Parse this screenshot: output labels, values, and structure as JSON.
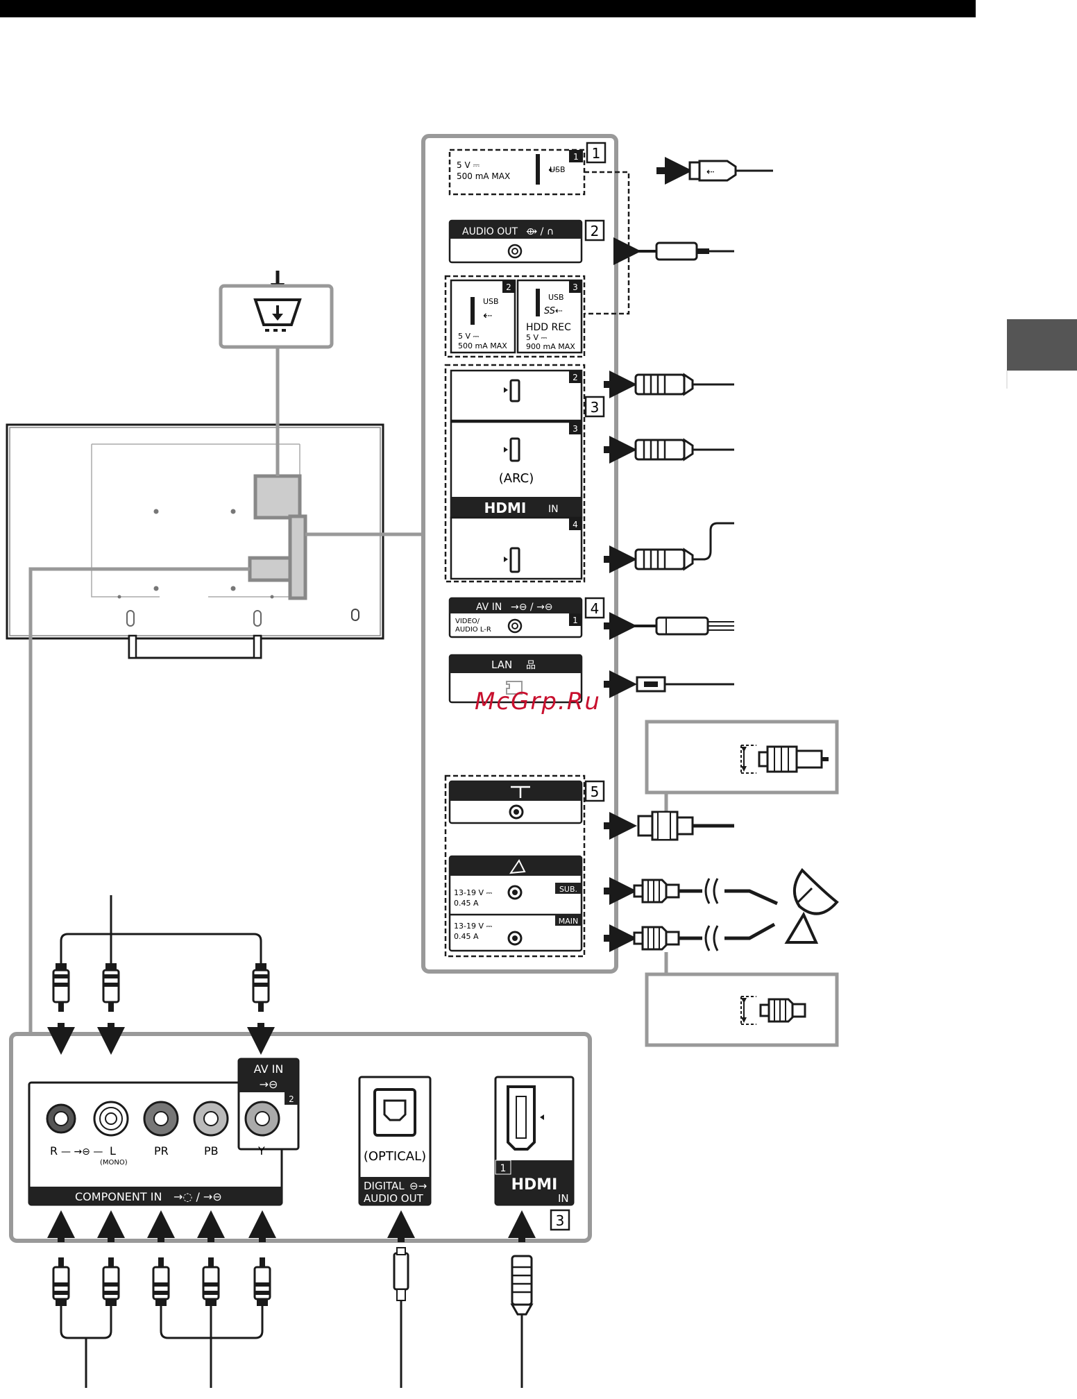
{
  "colors": {
    "ink": "#1a1a1a",
    "panel": "#999999",
    "label_bg": "#222222",
    "watermark": "#c8102e",
    "side_tab": "#555555"
  },
  "watermark": "McGrp.Ru",
  "callouts": [
    "1",
    "2",
    "3",
    "4",
    "5",
    "3"
  ],
  "usb1": {
    "power": "5 V ⎓",
    "current": "500 mA MAX",
    "label": "USB",
    "num": "1"
  },
  "audio_out": {
    "label": "AUDIO OUT",
    "symbols": "⟴ / ∩"
  },
  "usb2": {
    "label": "USB",
    "power": "5 V ⎓",
    "current": "500 mA MAX",
    "num": "2"
  },
  "usb3": {
    "label": "USB",
    "ss": "SS⇠",
    "sub": "HDD REC",
    "power": "5 V ⎓",
    "current": "900 mA MAX",
    "num": "3"
  },
  "hdmi": {
    "port2_num": "2",
    "port3_num": "3",
    "arc": "(ARC)",
    "logo": "HDMI",
    "in": "IN",
    "port4_num": "4"
  },
  "av_in1": {
    "label": "AV IN",
    "symbols": "→⊖ / →⊖",
    "sub1": "VIDEO/",
    "sub2": "AUDIO L-R",
    "num": "1"
  },
  "lan": {
    "label": "LAN"
  },
  "antenna": {
    "sub": "SUB.",
    "main": "MAIN",
    "voltage": "13-19 V ⎓",
    "current": "0.45 A"
  },
  "bottom": {
    "av_in2_label": "AV IN",
    "av_in2_num": "2",
    "jack_r": "R",
    "jack_l": "L",
    "mono": "(MONO)",
    "jack_pr": "PR",
    "jack_pb": "PB",
    "jack_y": "Y",
    "component_in": "COMPONENT IN",
    "optical": "(OPTICAL)",
    "digital": "DIGITAL",
    "audio_out": "AUDIO OUT",
    "hdmi1_num": "1",
    "hdmi_logo": "HDMI",
    "hdmi_in": "IN"
  }
}
